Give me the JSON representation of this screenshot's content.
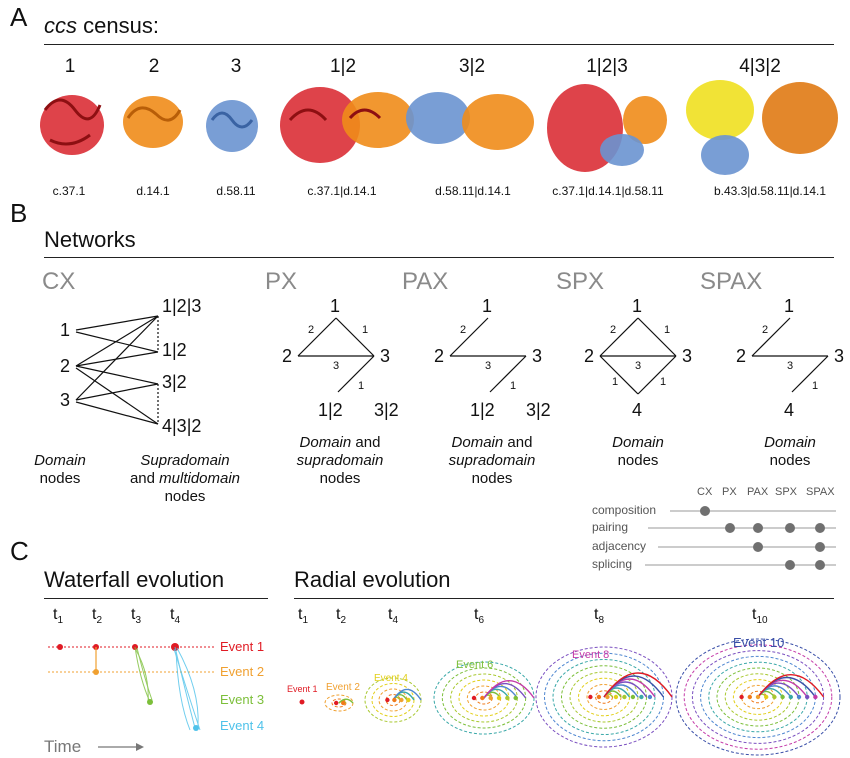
{
  "panelA": {
    "letter": "A",
    "title_italic": "ccs",
    "title_rest": " census:",
    "items": [
      {
        "label": "1",
        "code": "c.37.1"
      },
      {
        "label": "2",
        "code": "d.14.1"
      },
      {
        "label": "3",
        "code": "d.58.11"
      },
      {
        "label": "1|2",
        "code": "c.37.1|d.14.1"
      },
      {
        "label": "3|2",
        "code": "d.58.11|d.14.1"
      },
      {
        "label": "1|2|3",
        "code": "c.37.1|d.14.1|d.58.11"
      },
      {
        "label": "4|3|2",
        "code": "b.43.3|d.58.11|d.14.1"
      }
    ]
  },
  "panelB": {
    "letter": "B",
    "title": "Networks",
    "networks": [
      "CX",
      "PX",
      "PAX",
      "SPX",
      "SPAX"
    ],
    "cx": {
      "left_nodes": [
        "1",
        "2",
        "3"
      ],
      "right_nodes": [
        "1|2|3",
        "1|2",
        "3|2",
        "4|3|2"
      ],
      "cap_left_italic": "Domain",
      "cap_left_rest": "nodes",
      "cap_right_italic1": "Supradomain",
      "cap_right_mid": "and",
      "cap_right_italic2": "multidomain",
      "cap_right_rest": "nodes"
    },
    "triangle_nodes": {
      "n1": "1",
      "n2": "2",
      "n3": "3",
      "n12": "1|2",
      "n32": "3|2",
      "n4": "4"
    },
    "edge_labels": {
      "e2": "2",
      "e1": "1",
      "e3": "3"
    },
    "caption_supra": {
      "italic1": "Domain",
      "rest1": " and",
      "italic2": "supradomain",
      "rest2": "nodes"
    },
    "caption_domain": {
      "italic": "Domain",
      "rest": "nodes"
    },
    "legend": {
      "columns": [
        "CX",
        "PX",
        "PAX",
        "SPX",
        "SPAX"
      ],
      "rows": [
        {
          "label": "composition",
          "dots": [
            1,
            0,
            0,
            0,
            0
          ]
        },
        {
          "label": "pairing",
          "dots": [
            0,
            1,
            1,
            1,
            1
          ]
        },
        {
          "label": "adjacency",
          "dots": [
            0,
            0,
            1,
            0,
            1
          ]
        },
        {
          "label": "splicing",
          "dots": [
            0,
            0,
            0,
            1,
            1
          ]
        }
      ],
      "dot_color": "#707070"
    }
  },
  "panelC": {
    "letter": "C",
    "waterfall_title": "Waterfall evolution",
    "radial_title": "Radial evolution",
    "waterfall_times": [
      "1",
      "2",
      "3",
      "4"
    ],
    "radial_times": [
      "1",
      "2",
      "4",
      "6",
      "8",
      "10"
    ],
    "events": [
      {
        "label": "Event 1",
        "color": "#e01b24"
      },
      {
        "label": "Event 2",
        "color": "#f0a030"
      },
      {
        "label": "Event 3",
        "color": "#7cbf3a"
      },
      {
        "label": "Event 4",
        "color": "#4ec2ea"
      }
    ],
    "radial_events": [
      {
        "label": "Event 1",
        "color": "#e01b24"
      },
      {
        "label": "Event 2",
        "color": "#f0a030"
      },
      {
        "label": "Event 4",
        "color": "#e2cf1a"
      },
      {
        "label": "Event 6",
        "color": "#7cbf3a"
      },
      {
        "label": "Event 8",
        "color": "#c43aa8"
      },
      {
        "label": "Event 10",
        "color": "#3a4fa8"
      }
    ],
    "time_label": "Time"
  }
}
